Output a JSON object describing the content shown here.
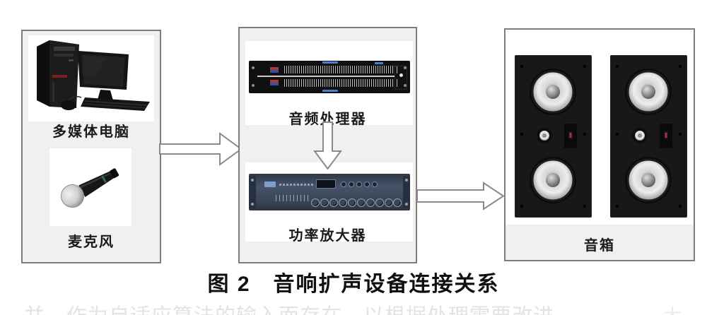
{
  "figure": {
    "caption": "图 2　音响扩声设备连接关系",
    "partial_next_line": "并　作为自适应算法的输入而存在，以根据处理需要改进",
    "partial_next_line_fragment": "大"
  },
  "diagram": {
    "input_group": {
      "items": [
        {
          "label": "多媒体电脑",
          "icon": "desktop-computer-icon"
        },
        {
          "label": "麦克风",
          "icon": "microphone-icon"
        }
      ]
    },
    "processing_group": {
      "items": [
        {
          "label": "音频处理器",
          "icon": "equalizer-rack-icon"
        },
        {
          "label": "功率放大器",
          "icon": "amplifier-rack-icon"
        }
      ]
    },
    "output_group": {
      "items": [
        {
          "label": "音箱",
          "icon": "speaker-pair-icon"
        }
      ]
    },
    "connections": [
      {
        "from": "input-group",
        "to": "audio-processor",
        "direction": "right"
      },
      {
        "from": "audio-processor",
        "to": "power-amplifier",
        "direction": "down"
      },
      {
        "from": "power-amplifier",
        "to": "speakers",
        "direction": "right"
      }
    ]
  },
  "colors": {
    "box_fill": "#f1f0ee",
    "box_border": "#7d7d7d",
    "arrow_fill": "#ffffff",
    "arrow_stroke": "#8a8a8a",
    "caption_color": "#101010",
    "label_color": "#1b1b1b",
    "faded_text_color": "#e3e3e3",
    "amp_body": "#3a4454",
    "device_black": "#101010"
  }
}
